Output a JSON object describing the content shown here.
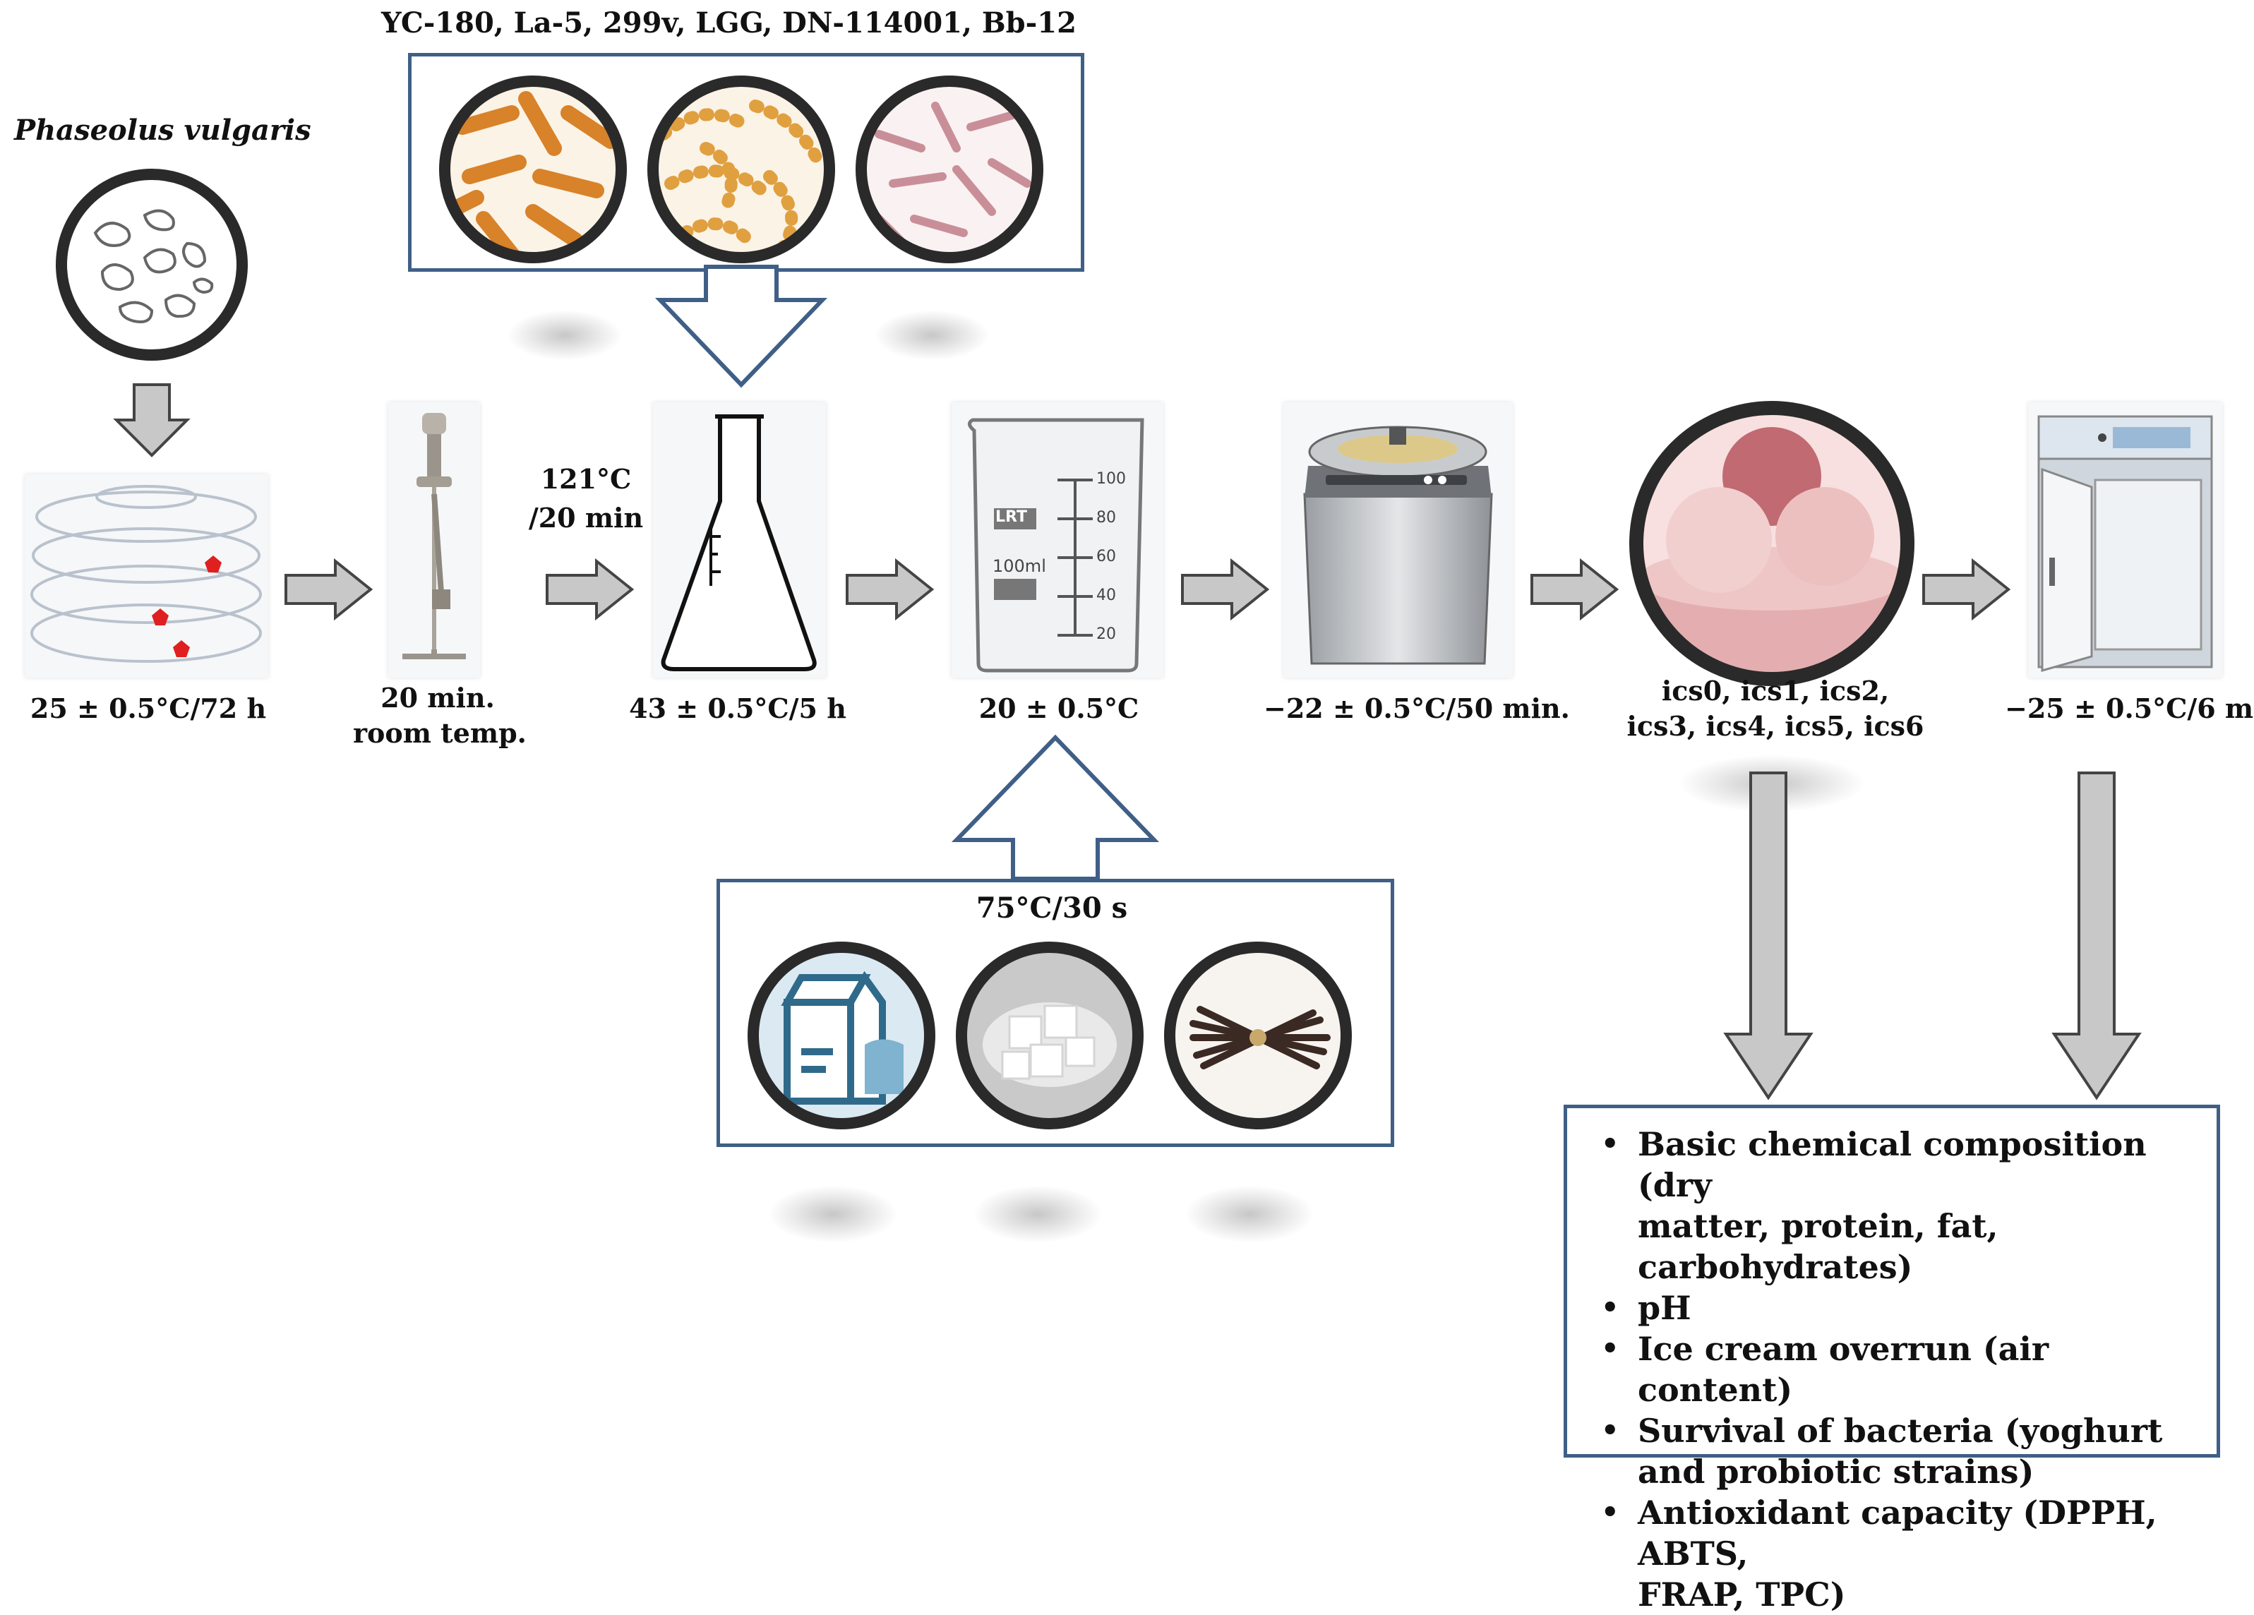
{
  "labels": {
    "bean": "Phaseolus vulgaris",
    "strains": "YC-180, La-5, 299v, LGG, DN-114001, Bb-12",
    "germination": "25 ± 0.5°C/72 h",
    "mixing_line1": "20 min.",
    "mixing_line2": "room temp.",
    "sterilization_line1": "121°C",
    "sterilization_line2": "/20 min",
    "fermentation": "43 ± 0.5°C/5 h",
    "cooling": "20 ± 0.5°C",
    "freezing": "−22 ± 0.5°C/50 min.",
    "samples_line1": "ics0, ics1, ics2,",
    "samples_line2": "ics3, ics4, ics5, ics6",
    "storage": "−25 ± 0.5°C/6 m",
    "pasteurization": "75°C/30 s",
    "beaker_marks": [
      "100",
      "80",
      "60",
      "40",
      "20"
    ],
    "beaker_volume": "100ml",
    "beaker_brand": "LRT"
  },
  "analyses": [
    {
      "line1": "Basic chemical composition (dry",
      "line2": "matter, protein, fat, carbohydrates)"
    },
    {
      "line1": "pH",
      "line2": ""
    },
    {
      "line1": "Ice cream overrun (air content)",
      "line2": ""
    },
    {
      "line1": "Survival of bacteria (yoghurt",
      "line2": "and probiotic strains)"
    },
    {
      "line1": "Antioxidant capacity (DPPH, ABTS,",
      "line2": "FRAP, TPC)"
    }
  ],
  "bullet": "•",
  "colors": {
    "box_border": "#3f5f86",
    "arrow_fill": "#c8c8c8",
    "bacteria_orange": "#d8822a",
    "bacteria_pink": "#c98f98",
    "ice_cream_pink": "#e9bcbc"
  },
  "icons": [
    "bean-icon",
    "petri-dish-icon",
    "blender-icon",
    "flask-icon",
    "beaker-icon",
    "ice-cream-machine-icon",
    "ice-cream-icon",
    "freezer-icon",
    "milk-icon",
    "sugar-icon",
    "vanilla-icon"
  ]
}
